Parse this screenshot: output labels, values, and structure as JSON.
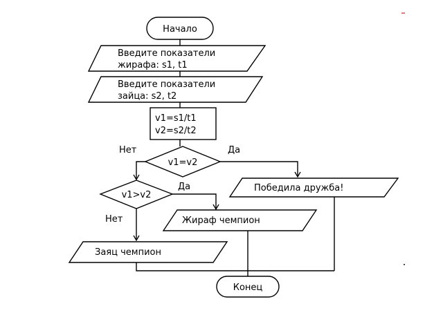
{
  "flowchart": {
    "start": "Начало",
    "input_giraffe": [
      "Введите показатели",
      "жирафа: s1, t1"
    ],
    "input_hare": [
      "Введите показатели",
      "зайца: s2, t2"
    ],
    "process": [
      "v1=s1/t1",
      "v2=s2/t2"
    ],
    "decision_equal": "v1=v2",
    "decision_greater": "v1>v2",
    "output_friendship": "Победила дружба!",
    "output_giraffe": "Жираф чемпион",
    "output_hare": "Заяц чемпион",
    "end": "Конец",
    "label_no_1": "Нет",
    "label_yes_1": "Да",
    "label_no_2": "Нет",
    "label_yes_2": "Да"
  }
}
